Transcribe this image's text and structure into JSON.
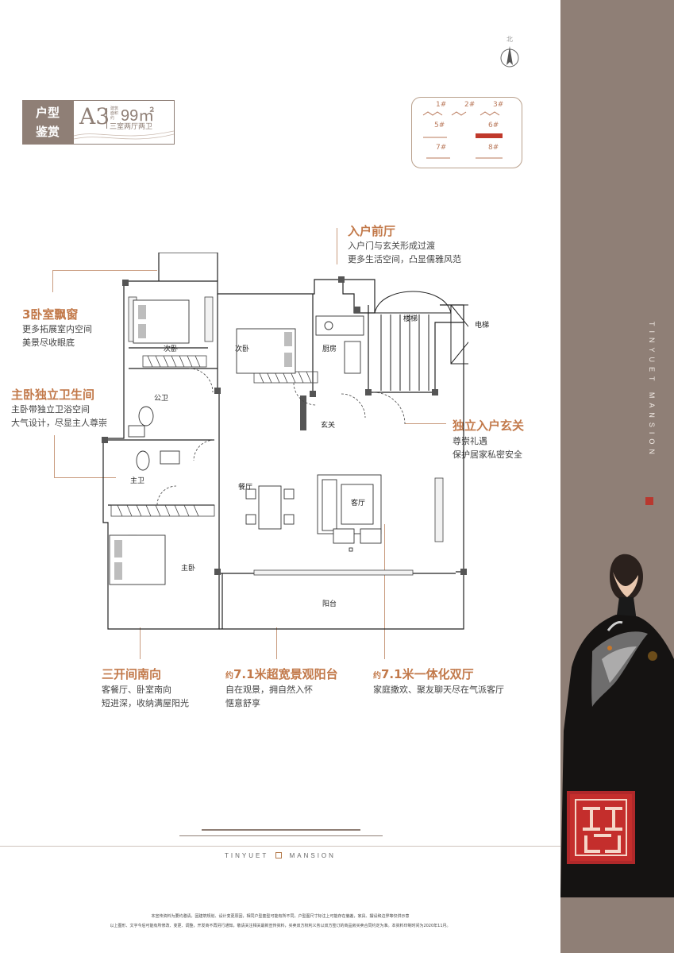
{
  "header": {
    "badge_line1": "户型",
    "badge_line2": "鉴赏",
    "unit_code": "A3",
    "area_label": "建筑面积约",
    "area_value": "99㎡",
    "rooms": "三室两厅两卫"
  },
  "compass": {
    "label": "北"
  },
  "site_plan": {
    "buildings": [
      "1#",
      "2#",
      "3#",
      "5#",
      "6#",
      "7#",
      "8#"
    ]
  },
  "callouts": {
    "entry_hall": {
      "title": "入户前厅",
      "lines": [
        "入户门与玄关形成过渡",
        "更多生活空间，凸显儒雅风范"
      ]
    },
    "bay_window": {
      "title": "3卧室飘窗",
      "lines": [
        "更多拓展室内空间",
        "美景尽收眼底"
      ]
    },
    "master_bath": {
      "title": "主卧独立卫生间",
      "lines": [
        "主卧带独立卫浴空间",
        "大气设计，尽显主人尊崇"
      ]
    },
    "foyer": {
      "title": "独立入户玄关",
      "lines": [
        "尊崇礼遇",
        "保护居家私密安全"
      ]
    },
    "south_facing": {
      "title": "三开间南向",
      "lines": [
        "客餐厅、卧室南向",
        "短进深，收纳满屋阳光"
      ]
    },
    "balcony": {
      "prefix": "约",
      "title": "7.1米超宽景观阳台",
      "lines": [
        "自在观景，拥自然入怀",
        "惬意舒享"
      ]
    },
    "halls": {
      "prefix": "约",
      "title": "7.1米一体化双厅",
      "lines": [
        "家庭撒欢、聚友聊天尽在气派客厅"
      ]
    }
  },
  "rooms": {
    "bedroom2a": "次卧",
    "bedroom2b": "次卧",
    "kitchen": "厨房",
    "stairs": "楼梯",
    "elevator": "电梯",
    "public_bath": "公卫",
    "foyer": "玄关",
    "master_bath": "主卫",
    "dining": "餐厅",
    "living": "客厅",
    "master_bedroom": "主卧",
    "balcony": "阳台"
  },
  "brand": {
    "vertical": "TINYUET MANSION",
    "footer_left": "TINYUET",
    "footer_right": "MANSION"
  },
  "disclaimer": {
    "line1": "本宣传资料为要约邀请，因建筑规划、设计变更原因，相同户型套型可能有所不同，户型图尺寸标注上可能存在偏差，家具、摆设和边界等仅供示意",
    "line2": "以上图形、文字今后可能有所修改、变更、调整，开发商不再另行通知，敬请关注相关最新宣传资料，买卖双方权利义务以双方签订的商品房买卖合同约定为准。本资料印制时间为2020年11月。"
  },
  "colors": {
    "accent": "#c2794a",
    "brand": "#8f7f76",
    "seal": "#c42e2c"
  }
}
